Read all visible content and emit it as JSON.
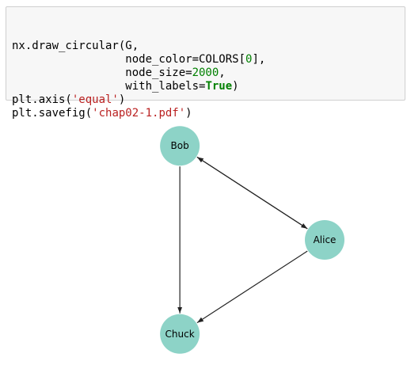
{
  "code": {
    "lines": [
      [
        {
          "t": "nx.draw_circular(G,",
          "c": ""
        }
      ],
      [
        {
          "t": "                 node_color=COLORS[",
          "c": ""
        },
        {
          "t": "0",
          "c": "num"
        },
        {
          "t": "],",
          "c": ""
        }
      ],
      [
        {
          "t": "                 node_size=",
          "c": ""
        },
        {
          "t": "2000",
          "c": "num"
        },
        {
          "t": ",",
          "c": ""
        }
      ],
      [
        {
          "t": "                 with_labels=",
          "c": ""
        },
        {
          "t": "True",
          "c": "kw"
        },
        {
          "t": ")",
          "c": ""
        }
      ],
      [
        {
          "t": "plt.axis(",
          "c": ""
        },
        {
          "t": "'equal'",
          "c": "str"
        },
        {
          "t": ")",
          "c": ""
        }
      ],
      [
        {
          "t": "plt.savefig(",
          "c": ""
        },
        {
          "t": "'chap02-1.pdf'",
          "c": "str"
        },
        {
          "t": ")",
          "c": ""
        }
      ]
    ]
  },
  "graph": {
    "node_color": "#8dd3c7",
    "edge_color": "#222222",
    "nodes": [
      {
        "id": "Bob",
        "label": "Bob"
      },
      {
        "id": "Alice",
        "label": "Alice"
      },
      {
        "id": "Chuck",
        "label": "Chuck"
      }
    ],
    "edges": [
      {
        "from": "Bob",
        "to": "Alice"
      },
      {
        "from": "Alice",
        "to": "Bob"
      },
      {
        "from": "Bob",
        "to": "Chuck"
      },
      {
        "from": "Alice",
        "to": "Chuck"
      }
    ]
  }
}
